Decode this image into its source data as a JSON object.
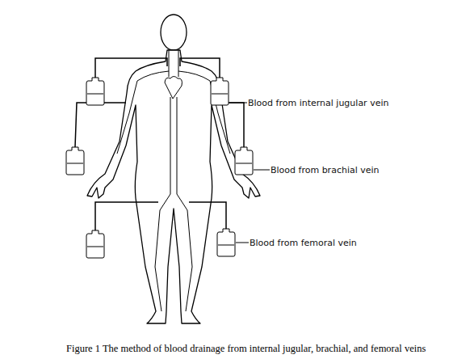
{
  "diagram": {
    "caption": "Figure 1 The method of blood drainage from internal jugular, brachial, and femoral veins",
    "labels": [
      "Blood from internal jugular vein",
      "Blood from brachial vein",
      "Blood from femoral vein"
    ]
  }
}
